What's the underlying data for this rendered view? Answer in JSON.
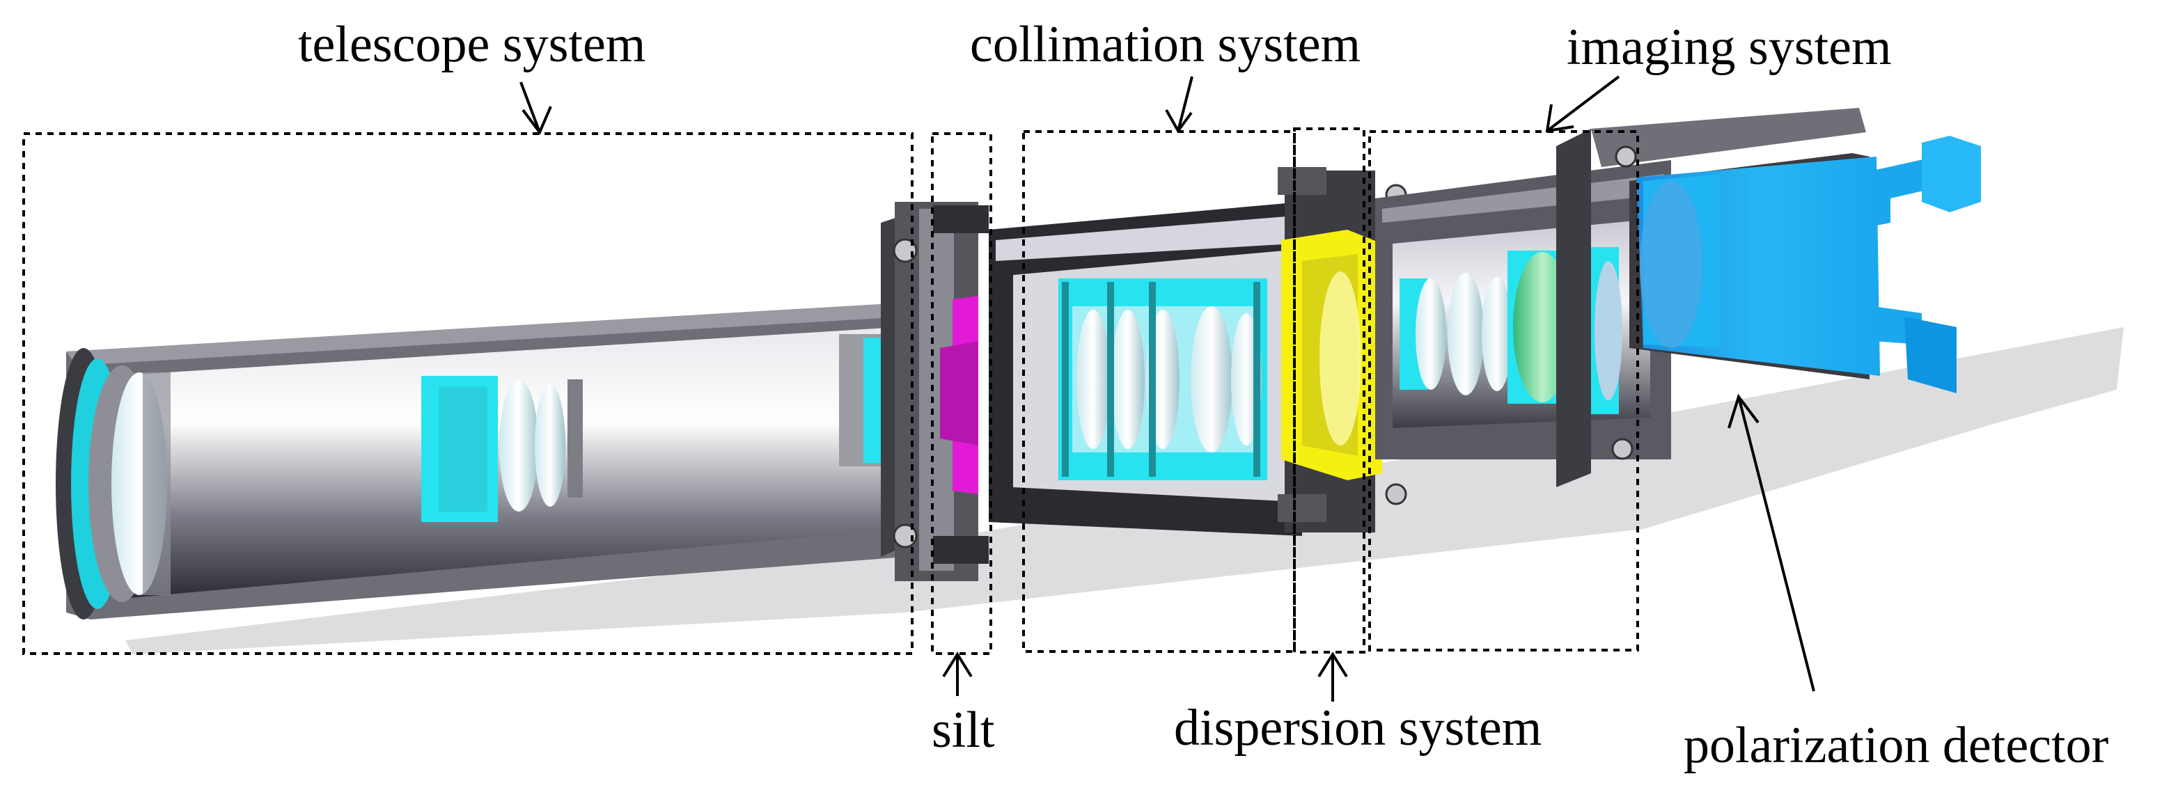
{
  "labels": {
    "telescope": "telescope system",
    "collimation": "collimation system",
    "imaging": "imaging system",
    "slit": "silt",
    "dispersion": "dispersion system",
    "detector": "polarization detector"
  },
  "colors": {
    "housing_dark": "#4a4a4f",
    "housing_mid": "#7d7d84",
    "lens_cyan": "#27e3f0",
    "slit_magenta": "#e21ad8",
    "prism_yellow": "#f5f010",
    "detector_blue": "#1aa7ee",
    "imaging_green": "#3fc98a"
  }
}
